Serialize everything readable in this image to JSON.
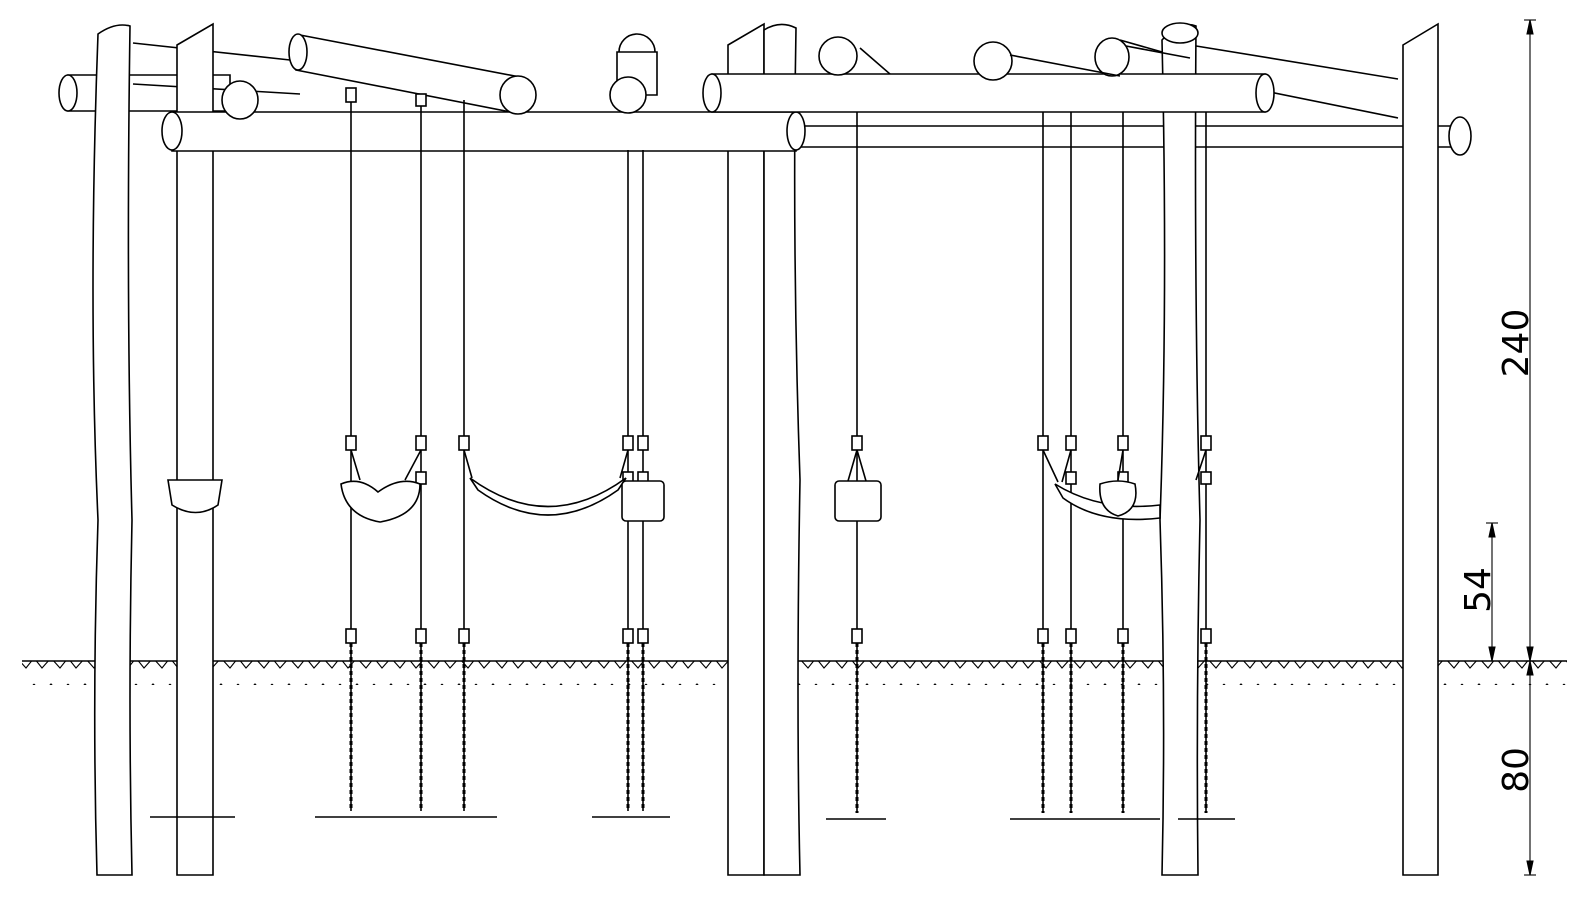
{
  "dimensions": {
    "total_height": "240",
    "seat_height": "54",
    "foundation_depth": "80"
  }
}
